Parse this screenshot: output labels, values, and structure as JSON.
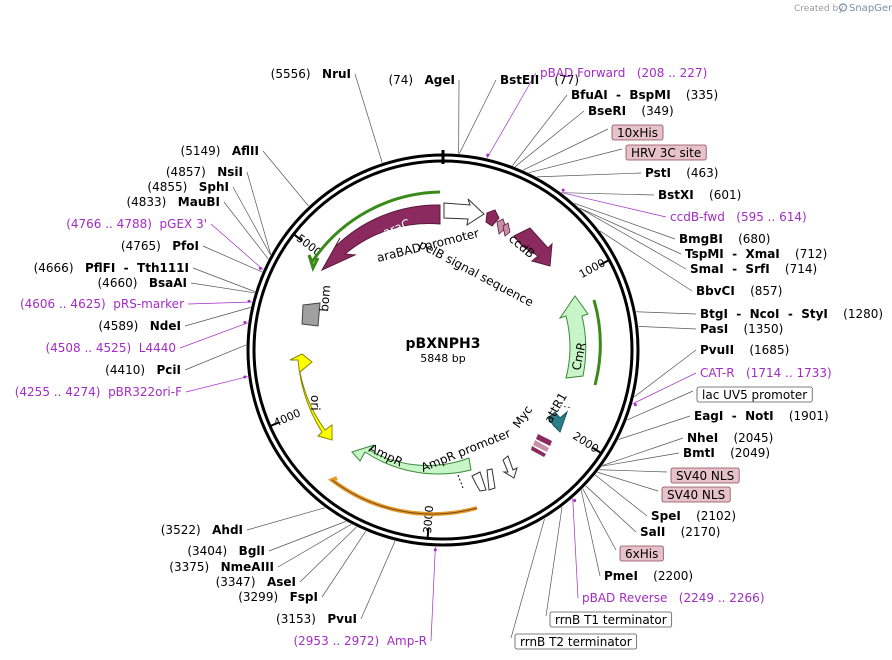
{
  "credit": {
    "text": "Created by",
    "brand": "SnapGene"
  },
  "plasmid": {
    "name": "pBXNPH3",
    "length_label": "5848 bp",
    "length": 5848
  },
  "ticks": [
    "1000",
    "2000",
    "3000",
    "4000",
    "5000"
  ],
  "enzymes": [
    {
      "pos": "(74)",
      "names": [
        "AgeI"
      ]
    },
    {
      "pos": "(77)",
      "names": [
        "BstEII"
      ]
    },
    {
      "pos": "(335)",
      "names": [
        "BfuAI",
        "BspMI"
      ]
    },
    {
      "pos": "(349)",
      "names": [
        "BseRI"
      ]
    },
    {
      "pos": "(463)",
      "names": [
        "PstI"
      ]
    },
    {
      "pos": "(601)",
      "names": [
        "BstXI"
      ]
    },
    {
      "pos": "(680)",
      "names": [
        "BmgBI"
      ]
    },
    {
      "pos": "(712)",
      "names": [
        "TspMI",
        "XmaI"
      ]
    },
    {
      "pos": "(714)",
      "names": [
        "SmaI",
        "SrfI"
      ]
    },
    {
      "pos": "(857)",
      "names": [
        "BbvCI"
      ]
    },
    {
      "pos": "(1280)",
      "names": [
        "BtgI",
        "NcoI",
        "StyI"
      ]
    },
    {
      "pos": "(1350)",
      "names": [
        "PasI"
      ]
    },
    {
      "pos": "(1685)",
      "names": [
        "PvuII"
      ]
    },
    {
      "pos": "(1901)",
      "names": [
        "EagI",
        "NotI"
      ]
    },
    {
      "pos": "(2045)",
      "names": [
        "NheI"
      ]
    },
    {
      "pos": "(2049)",
      "names": [
        "BmtI"
      ]
    },
    {
      "pos": "(2102)",
      "names": [
        "SpeI"
      ]
    },
    {
      "pos": "(2170)",
      "names": [
        "SalI"
      ]
    },
    {
      "pos": "(2200)",
      "names": [
        "PmeI"
      ]
    },
    {
      "pos": "(3153)",
      "names": [
        "PvuI"
      ]
    },
    {
      "pos": "(3299)",
      "names": [
        "FspI"
      ]
    },
    {
      "pos": "(3347)",
      "names": [
        "AseI"
      ]
    },
    {
      "pos": "(3375)",
      "names": [
        "NmeAIII"
      ]
    },
    {
      "pos": "(3404)",
      "names": [
        "BglI"
      ]
    },
    {
      "pos": "(3522)",
      "names": [
        "AhdI"
      ]
    },
    {
      "pos": "(4410)",
      "names": [
        "PciI"
      ]
    },
    {
      "pos": "(4589)",
      "names": [
        "NdeI"
      ]
    },
    {
      "pos": "(4660)",
      "names": [
        "BsaAI"
      ]
    },
    {
      "pos": "(4666)",
      "names": [
        "PflFI",
        "Tth111I"
      ]
    },
    {
      "pos": "(4765)",
      "names": [
        "PfoI"
      ]
    },
    {
      "pos": "(4833)",
      "names": [
        "MauBI"
      ]
    },
    {
      "pos": "(4855)",
      "names": [
        "SphI"
      ]
    },
    {
      "pos": "(4857)",
      "names": [
        "NsiI"
      ]
    },
    {
      "pos": "(5149)",
      "names": [
        "AflII"
      ]
    },
    {
      "pos": "(5556)",
      "names": [
        "NruI"
      ]
    }
  ],
  "primers": [
    {
      "name": "pBAD Forward",
      "range": "(208 .. 227)"
    },
    {
      "name": "ccdB-fwd",
      "range": "(595 .. 614)"
    },
    {
      "name": "CAT-R",
      "range": "(1714 .. 1733)"
    },
    {
      "name": "pBAD Reverse",
      "range": "(2249 .. 2266)"
    },
    {
      "name": "Amp-R",
      "range": "(2953 .. 2972)"
    },
    {
      "name": "pBR322ori-F",
      "range": "(4255 .. 4274)"
    },
    {
      "name": "L4440",
      "range": "(4508 .. 4525)"
    },
    {
      "name": "pRS-marker",
      "range": "(4606 .. 4625)"
    },
    {
      "name": "pGEX 3'",
      "range": "(4766 .. 4788)"
    }
  ],
  "boxed_features": [
    {
      "label": "10xHis",
      "style": "pink"
    },
    {
      "label": "HRV 3C site",
      "style": "pink"
    },
    {
      "label": "lac UV5 promoter",
      "style": "white"
    },
    {
      "label": "SV40 NLS",
      "style": "pink"
    },
    {
      "label": "SV40 NLS",
      "style": "pink"
    },
    {
      "label": "6xHis",
      "style": "pink"
    },
    {
      "label": "rrnB T1 terminator",
      "style": "white"
    },
    {
      "label": "rrnB T2 terminator",
      "style": "white"
    }
  ],
  "ring_features": [
    {
      "label": "araC",
      "color": "#8b2a5e"
    },
    {
      "label": "araBAD promoter",
      "color": "#ffffff"
    },
    {
      "label": "pelB signal sequence",
      "color": "#8b2a5e"
    },
    {
      "label": "ccdB",
      "color": "#8b2a5e"
    },
    {
      "label": "CmR",
      "color": "#c8f5c8"
    },
    {
      "label": "Myc",
      "color": "#ffffff"
    },
    {
      "label": "attR1",
      "color": "#2a7f8c"
    },
    {
      "label": "AmpR",
      "color": "#c8f5c8"
    },
    {
      "label": "AmpR promoter",
      "color": "#ffffff"
    },
    {
      "label": "ori",
      "color": "#ffff00"
    },
    {
      "label": "bom",
      "color": "#a0a0a0"
    }
  ],
  "colors": {
    "primer": "#a32cc4",
    "feature_pink": "#e7c2cc",
    "cds_dark": "#8b2a5e",
    "cds_light": "#c8f5c8",
    "ori": "#ffff00",
    "ring": "#000000"
  }
}
